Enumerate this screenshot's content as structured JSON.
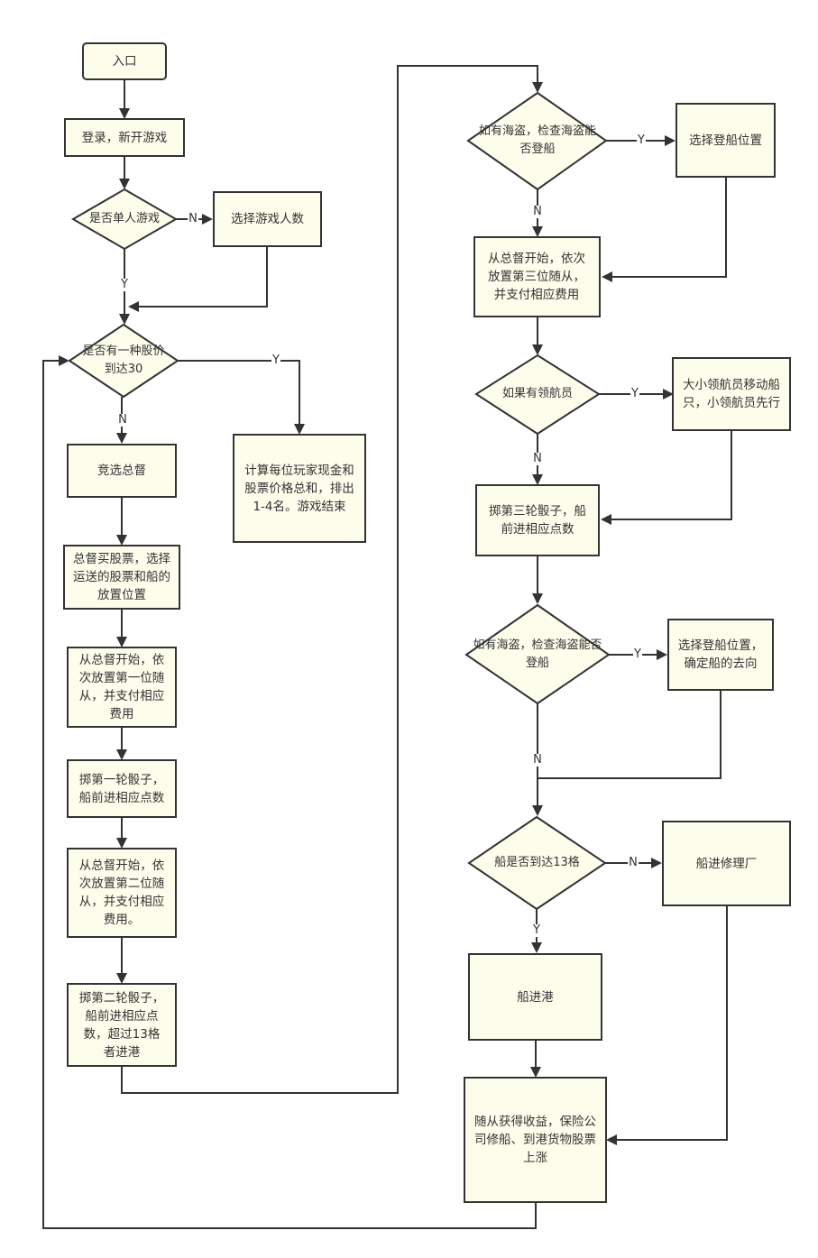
{
  "diagram": {
    "colors": {
      "node_fill": "#fdfdec",
      "stroke": "#333333",
      "text": "#333333"
    },
    "nodes": {
      "entry": "入口",
      "login": "登录，新开游戏",
      "single_player": "是否单人游戏",
      "choose_players": "选择游戏人数",
      "stock_30": "是否有一种股价到达30",
      "game_end": "计算每位玩家现金和股票价格总和，排出1-4名。游戏结束",
      "elect": "竞选总督",
      "buy_stock": "总督买股票，选择运送的股票和船的放置位置",
      "place_first": "从总督开始，依次放置第一位随从，并支付相应费用",
      "roll_first": "掷第一轮骰子，船前进相应点数",
      "place_second": "从总督开始，依次放置第二位随从，并支付相应费用。",
      "roll_second": "掷第二轮骰子，船前进相应点数，超过13格者进港",
      "pirate_check_1": "如有海盗，检查海盗能否登船",
      "choose_boarding_1": "选择登船位置",
      "place_third": "从总督开始，依次放置第三位随从，并支付相应费用",
      "pilot_check": "如果有领航员",
      "pilot_move": "大小领航员移动船只，小领航员先行",
      "roll_third": "掷第三轮骰子，船前进相应点数",
      "pirate_check_2": "如有海盗，检查海盗能否登船",
      "choose_boarding_2": "选择登船位置，确定船的去向",
      "reach_13": "船是否到达13格",
      "repair": "船进修理厂",
      "harbor": "船进港",
      "payout": "随从获得收益，保险公司修船、到港货物股票上涨"
    },
    "edge_labels": {
      "single_no": "N",
      "single_yes": "Y",
      "stock_yes": "Y",
      "stock_no": "N",
      "pirate1_yes": "Y",
      "pirate1_no": "N",
      "pilot_yes": "Y",
      "pilot_no": "N",
      "pirate2_yes": "Y",
      "pirate2_no": "N",
      "reach_no": "N",
      "reach_yes": "Y"
    }
  }
}
